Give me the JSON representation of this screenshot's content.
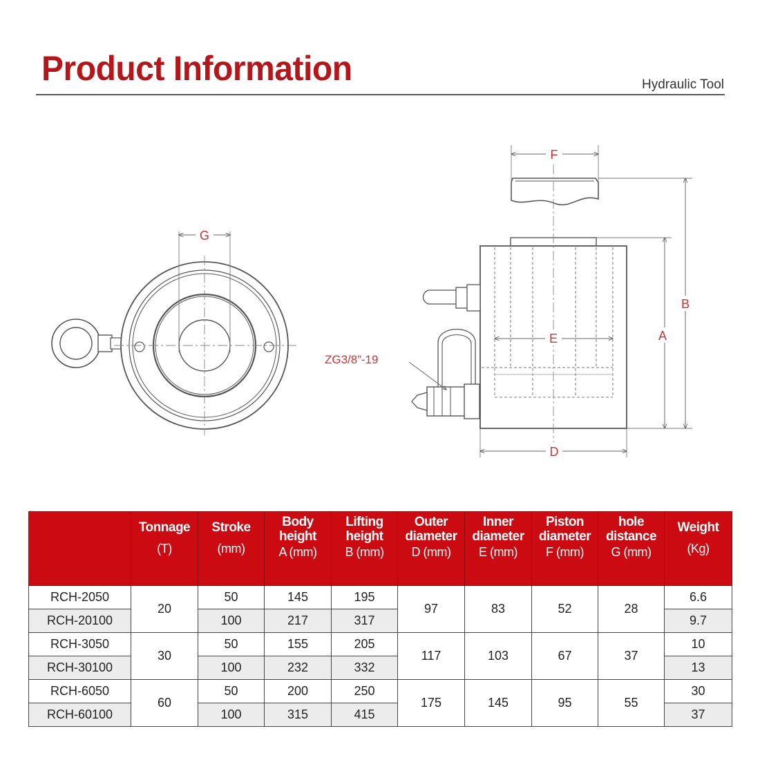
{
  "header": {
    "title": "Product Information",
    "subtitle": "Hydraulic Tool"
  },
  "drawing": {
    "label_f": "F",
    "label_g": "G",
    "label_b": "B",
    "label_a": "A",
    "label_e": "E",
    "label_d": "D",
    "port_label": "ZG3/8”-19"
  },
  "table": {
    "columns": [
      {
        "title": "",
        "unit": ""
      },
      {
        "title": "Tonnage",
        "unit": "(T)"
      },
      {
        "title": "Stroke",
        "unit": "(mm)"
      },
      {
        "title": "Body height",
        "unit": "A (mm)"
      },
      {
        "title": "Lifting height",
        "unit": "B (mm)"
      },
      {
        "title": "Outer diameter",
        "unit": "D (mm)"
      },
      {
        "title": "Inner diameter",
        "unit": "E (mm)"
      },
      {
        "title": "Piston diameter",
        "unit": "F (mm)"
      },
      {
        "title": "hole distance",
        "unit": "G (mm)"
      },
      {
        "title": "Weight",
        "unit": "(Kg)"
      }
    ],
    "groups": [
      {
        "tonnage": "20",
        "outer": "97",
        "inner": "83",
        "piston": "52",
        "hole": "28",
        "rows": [
          {
            "model": "RCH-2050",
            "stroke": "50",
            "body": "145",
            "lift": "195",
            "weight": "6.6"
          },
          {
            "model": "RCH-20100",
            "stroke": "100",
            "body": "217",
            "lift": "317",
            "weight": "9.7"
          }
        ]
      },
      {
        "tonnage": "30",
        "outer": "117",
        "inner": "103",
        "piston": "67",
        "hole": "37",
        "rows": [
          {
            "model": "RCH-3050",
            "stroke": "50",
            "body": "155",
            "lift": "205",
            "weight": "10"
          },
          {
            "model": "RCH-30100",
            "stroke": "100",
            "body": "232",
            "lift": "332",
            "weight": "13"
          }
        ]
      },
      {
        "tonnage": "60",
        "outer": "175",
        "inner": "145",
        "piston": "95",
        "hole": "55",
        "rows": [
          {
            "model": "RCH-6050",
            "stroke": "50",
            "body": "200",
            "lift": "250",
            "weight": "30"
          },
          {
            "model": "RCH-60100",
            "stroke": "100",
            "body": "315",
            "lift": "415",
            "weight": "37"
          }
        ]
      }
    ]
  }
}
